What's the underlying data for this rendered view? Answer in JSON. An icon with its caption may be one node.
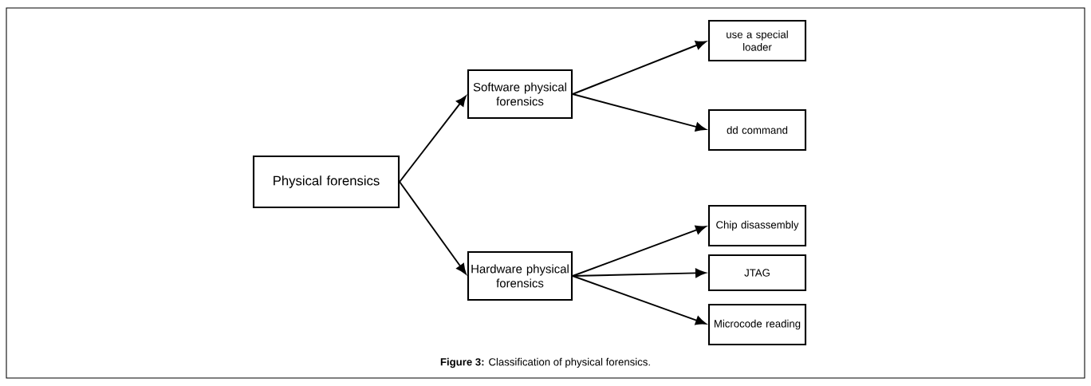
{
  "diagram": {
    "caption": "**Figure 3:** Classification of physical forensics.",
    "nodes": [
      {
        "text": [
          "Physical forensics"
        ]
      },
      {
        "text": [
          "Software physical forensics"
        ]
      },
      {
        "text": [
          "Hardware physical forensics"
        ]
      },
      {
        "text": [
          "use a special loader"
        ]
      },
      {
        "text": [
          "dd command"
        ]
      },
      {
        "text": [
          "Chip disassembly"
        ]
      },
      {
        "text": [
          "JTAG"
        ]
      },
      {
        "text": [
          "Microcode reading"
        ]
      }
    ],
    "edges": [
      {
        "from": 0,
        "to": 1,
        "arrow": "to"
      },
      {
        "from": 0,
        "to": 2,
        "arrow": "to"
      },
      {
        "from": 1,
        "to": 3,
        "arrow": "to"
      },
      {
        "from": 1,
        "to": 4,
        "arrow": "to"
      },
      {
        "from": 2,
        "to": 5,
        "arrow": "to"
      },
      {
        "from": 2,
        "to": 6,
        "arrow": "to"
      },
      {
        "from": 2,
        "to": 7,
        "arrow": "to"
      }
    ]
  }
}
